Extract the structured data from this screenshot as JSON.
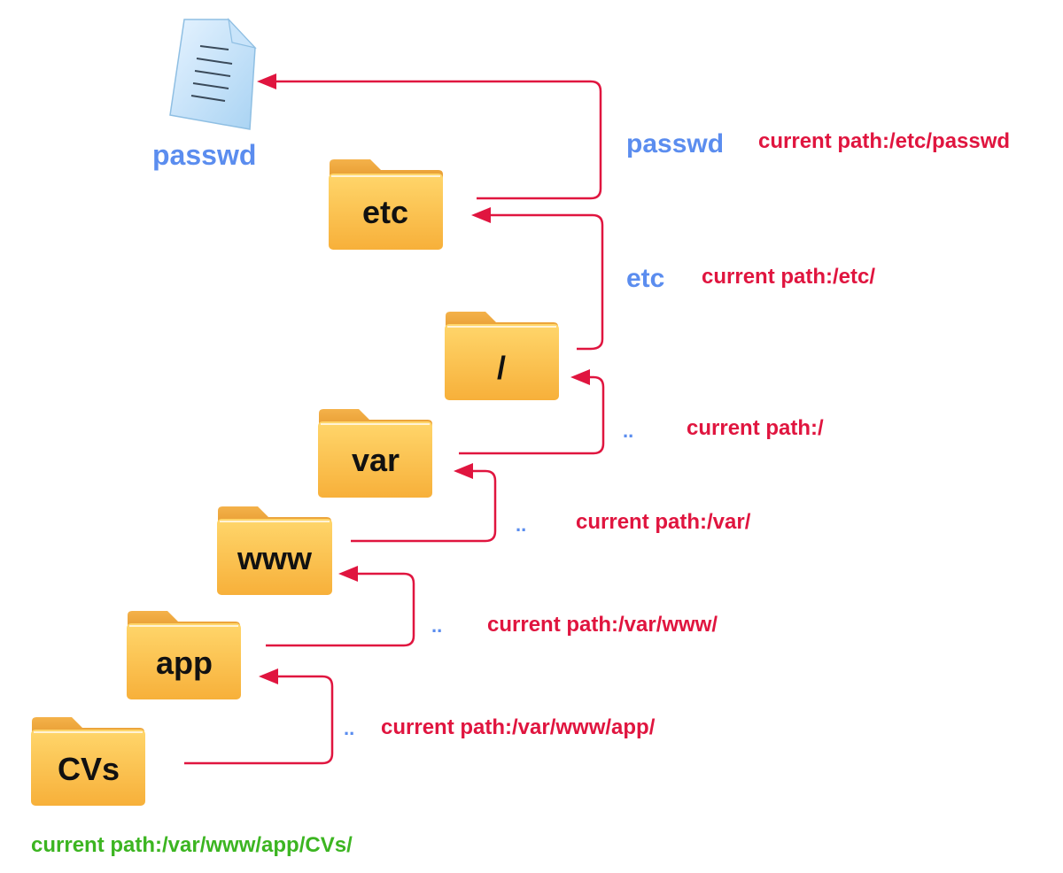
{
  "colors": {
    "arrow": "#e0153f",
    "path_text": "#e0153f",
    "step_text": "#5b8def",
    "file_text": "#5b8def",
    "start_text": "#3cb521",
    "folder_front": "#ffc14d",
    "folder_back": "#f0a030"
  },
  "file": {
    "icon": "document-icon",
    "label": "passwd"
  },
  "folders": [
    {
      "id": "etc",
      "label": "etc"
    },
    {
      "id": "root",
      "label": "/"
    },
    {
      "id": "var",
      "label": "var"
    },
    {
      "id": "www",
      "label": "www"
    },
    {
      "id": "app",
      "label": "app"
    },
    {
      "id": "cvs",
      "label": "CVs"
    }
  ],
  "steps": [
    {
      "id": "passwd",
      "step": "passwd",
      "path": "current path:/etc/passwd"
    },
    {
      "id": "etc",
      "step": "etc",
      "path": "current path:/etc/"
    },
    {
      "id": "up-to-root",
      "step": "..",
      "path": "current path:/"
    },
    {
      "id": "up-to-var",
      "step": "..",
      "path": "current path:/var/"
    },
    {
      "id": "up-to-www",
      "step": "..",
      "path": "current path:/var/www/"
    },
    {
      "id": "up-to-app",
      "step": "..",
      "path": "current path:/var/www/app/"
    }
  ],
  "start_path": "current path:/var/www/app/CVs/"
}
